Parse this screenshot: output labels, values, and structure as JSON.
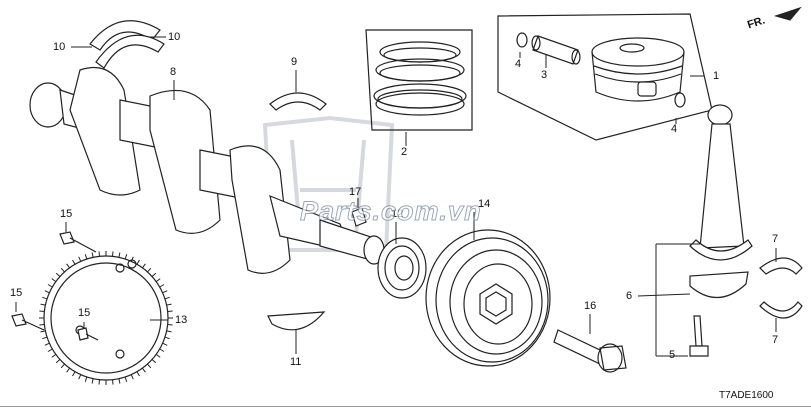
{
  "diagram": {
    "direction_label": "FR.",
    "watermark_text": "Parts.com.vn",
    "diagram_code": "T7ADE1600",
    "callouts": {
      "piston_assembly": "1",
      "pin_clip_upper": "4",
      "piston_pin": "3",
      "pin_clip_lower": "4",
      "piston_rings": "2",
      "crankshaft": "8",
      "main_bearing_upper": "9",
      "thrust_washer_left": "10",
      "thrust_washer_right": "10",
      "main_bearing_lower": "11",
      "oil_seal": "12",
      "reluctor_plate": "13",
      "crank_pulley": "14",
      "bolt_upper": "15",
      "bolt_lower_left": "15",
      "bolt_lower_center": "15",
      "pulley_bolt": "16",
      "woodruff_key": "17",
      "rod_bolt": "5",
      "connecting_rod_cap": "6",
      "rod_bearing_upper": "7",
      "rod_bearing_lower": "7"
    }
  }
}
